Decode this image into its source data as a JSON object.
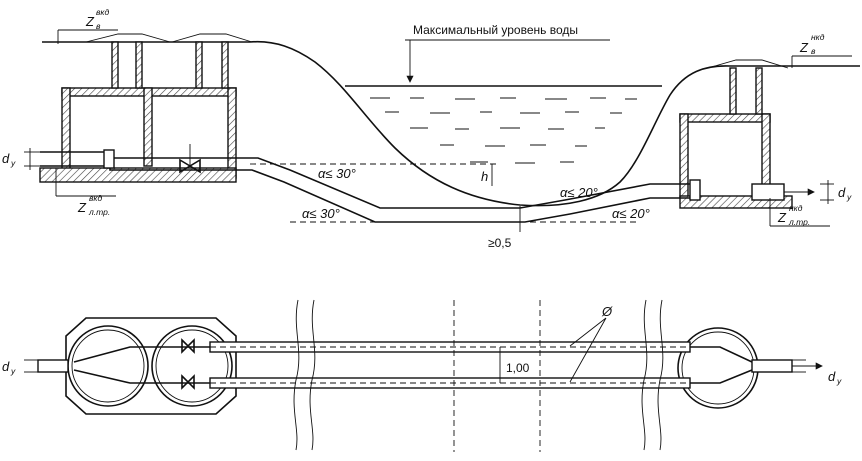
{
  "labels": {
    "max_water_level": "Максимальный уровень воды",
    "z_vkd_top": "Z",
    "z_vkd_top_sup": "вкд",
    "z_vkd_top_sub": "в",
    "z_nkd_top": "Z",
    "z_nkd_top_sup": "нкд",
    "z_nkd_top_sub": "в",
    "z_vkd_bottom": "Z",
    "z_vkd_bottom_sup": "вкд",
    "z_vkd_bottom_sub": "л.тр.",
    "z_nkd_bottom": "Z",
    "z_nkd_bottom_sup": "нкд",
    "z_nkd_bottom_sub": "л.тр.",
    "dy_left_top": "d",
    "dy_left_top_sub": "y",
    "dy_right_top": "d",
    "dy_right_top_sub": "y",
    "dy_left_plan": "d",
    "dy_left_plan_sub": "y",
    "dy_right_plan": "d",
    "dy_right_plan_sub": "y",
    "alpha_30_upper": "α≤ 30°",
    "alpha_30_lower": "α≤ 30°",
    "alpha_20_upper": "α≤ 20°",
    "alpha_20_lower": "α≤ 20°",
    "h": "h",
    "min_depth": "≥0,5",
    "spacing": "1,00",
    "diameter": "Ø"
  },
  "icons": {
    "valve": "gate-valve-icon",
    "flow_arrow": "flow-arrow-icon"
  }
}
